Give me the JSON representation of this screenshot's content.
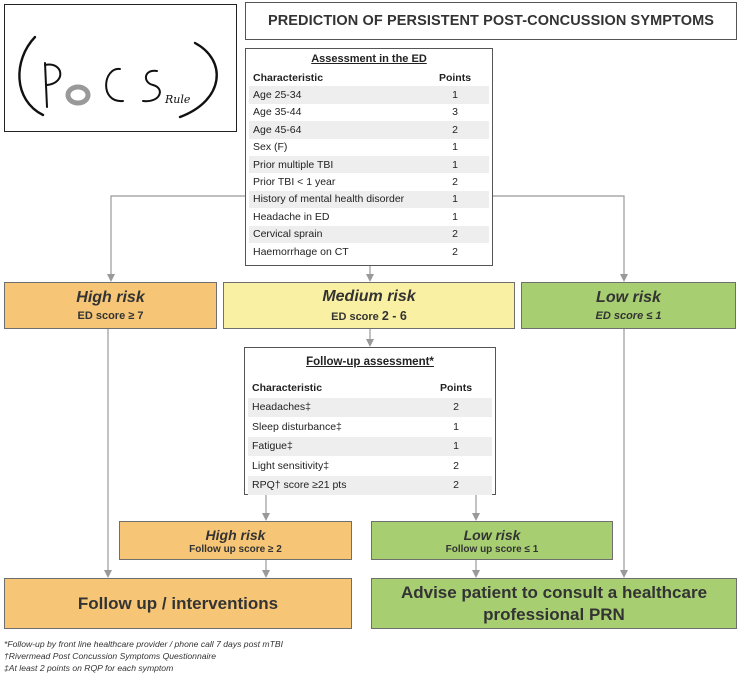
{
  "logo": {
    "text": "PoCS",
    "suffix": "Rule"
  },
  "title": "PREDICTION OF PERSISTENT POST-CONCUSSION SYMPTOMS",
  "ed_assessment": {
    "heading": "Assessment in the ED",
    "col_characteristic": "Characteristic",
    "col_points": "Points",
    "rows": [
      {
        "characteristic": "Age 25-34",
        "points": "1"
      },
      {
        "characteristic": "Age 35-44",
        "points": "3"
      },
      {
        "characteristic": "Age 45-64",
        "points": "2"
      },
      {
        "characteristic": "Sex (F)",
        "points": "1"
      },
      {
        "characteristic": "Prior multiple TBI",
        "points": "1"
      },
      {
        "characteristic": "Prior TBI < 1 year",
        "points": "2"
      },
      {
        "characteristic": "History of mental health disorder",
        "points": "1"
      },
      {
        "characteristic": "Headache in ED",
        "points": "1"
      },
      {
        "characteristic": "Cervical sprain",
        "points": "2"
      },
      {
        "characteristic": "Haemorrhage on CT",
        "points": "2"
      }
    ]
  },
  "ed_risk": {
    "high": {
      "label": "High risk",
      "score": "ED score ≥ 7"
    },
    "medium": {
      "label": "Medium risk",
      "score_prefix": "ED score",
      "score_value": "2 - 6"
    },
    "low": {
      "label": "Low risk",
      "score": "ED score ≤ 1"
    }
  },
  "followup_assessment": {
    "heading": "Follow-up assessment*",
    "col_characteristic": "Characteristic",
    "col_points": "Points",
    "rows": [
      {
        "characteristic": "Headaches‡",
        "points": "2"
      },
      {
        "characteristic": "Sleep disturbance‡",
        "points": "1"
      },
      {
        "characteristic": "Fatigue‡",
        "points": "1"
      },
      {
        "characteristic": "Light sensitivity‡",
        "points": "2"
      },
      {
        "characteristic": "RPQ† score  ≥21 pts",
        "points": "2"
      }
    ]
  },
  "followup_risk": {
    "high": {
      "label": "High risk",
      "score": "Follow up score  ≥ 2"
    },
    "low": {
      "label": "Low risk",
      "score": "Follow up score ≤ 1"
    }
  },
  "outcomes": {
    "followup": "Follow up / interventions",
    "advise_line1": "Advise patient to consult a healthcare",
    "advise_line2": "professional PRN"
  },
  "footnotes": [
    "*Follow-up by front line healthcare provider / phone call 7 days post mTBI",
    "†Rivermead Post Concussion Symptoms Questionnaire",
    "‡At least 2 points on RQP for each symptom"
  ],
  "colors": {
    "high_risk": "#f6c676",
    "medium_risk": "#faf0a3",
    "low_risk": "#a7cf72",
    "arrow": "#999999",
    "row_stripe": "#eeeeee"
  }
}
